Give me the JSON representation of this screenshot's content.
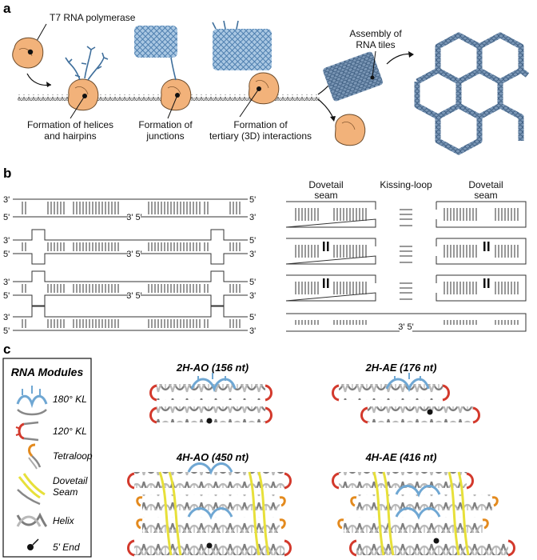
{
  "panel_a": {
    "letter": "a",
    "polymerase_label": "T7 RNA polymerase",
    "assembly_label_line1": "Assembly of",
    "assembly_label_line2": "RNA tiles",
    "step1_line1": "Formation of helices",
    "step1_line2": "and hairpins",
    "step2_line1": "Formation of",
    "step2_line2": "junctions",
    "step3_line1": "Formation of",
    "step3_line2": "tertiary (3D) interactions"
  },
  "panel_b": {
    "letter": "b",
    "left_row_ends": [
      {
        "left": "3'",
        "right": "5'"
      },
      {
        "left": "5'",
        "right": "3'"
      },
      {
        "left": "3'",
        "right": "5'"
      },
      {
        "left": "5'",
        "right": "3'"
      },
      {
        "left": "3'",
        "right": "5'"
      },
      {
        "left": "5'",
        "right": "3'"
      },
      {
        "left": "3'",
        "right": "5'"
      },
      {
        "left": "5'",
        "right": "3'"
      }
    ],
    "left_nick_label": "3' 5'",
    "right_top_left_label_line1": "Dovetail",
    "right_top_left_label_line2": "seam",
    "right_top_center_label": "Kissing-loop",
    "right_top_right_label_line1": "Dovetail",
    "right_top_right_label_line2": "seam",
    "right_nick_label": "3' 5'"
  },
  "panel_c": {
    "letter": "c",
    "legend_title": "RNA Modules",
    "legend_items": [
      {
        "label": "180° KL",
        "icon": "kissing-loop-180-icon"
      },
      {
        "label": "120° KL",
        "icon": "kissing-loop-120-icon"
      },
      {
        "label": "Tetraloop",
        "icon": "tetraloop-icon"
      },
      {
        "label": "Dovetail Seam",
        "label_line1": "Dovetail",
        "label_line2": "Seam",
        "icon": "dovetail-seam-icon"
      },
      {
        "label": "Helix",
        "icon": "helix-icon"
      },
      {
        "label": "5' End",
        "icon": "five-prime-end-icon"
      }
    ],
    "structures": [
      {
        "title": "2H-AO (156 nt)"
      },
      {
        "title": "2H-AE (176 nt)"
      },
      {
        "title": "4H-AO (450 nt)"
      },
      {
        "title": "4H-AE (416 nt)"
      }
    ]
  },
  "colors": {
    "kissing_loop_blue": "#6fa7d3",
    "kissing_loop_red": "#d3392c",
    "tetraloop_orange": "#e38a1e",
    "dovetail_yellow": "#e7e03a",
    "helix_gray": "#8a8a8a",
    "polymerase_orange": "#f2b27a",
    "tile_blue": "#4c6f96"
  }
}
